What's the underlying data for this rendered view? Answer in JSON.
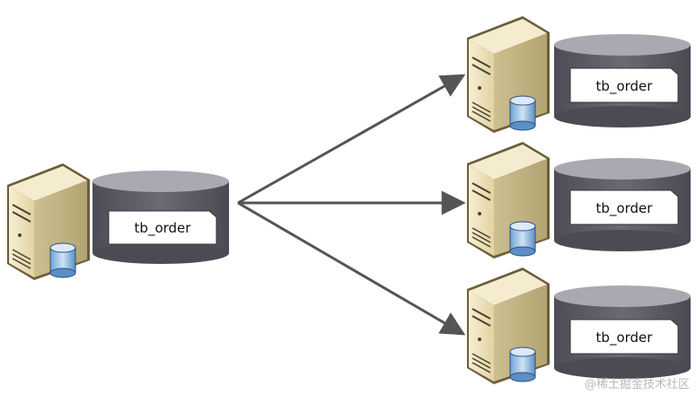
{
  "source_node": {
    "table_label": "tb_order"
  },
  "target_nodes": [
    {
      "table_label": "tb_order"
    },
    {
      "table_label": "tb_order"
    },
    {
      "table_label": "tb_order"
    }
  ],
  "watermark": "@稀土掘金技术社区",
  "colors": {
    "cylinder_body": "#5a5a64",
    "cylinder_top": "#a3a3ab",
    "server_face": "#efe3bc",
    "server_side": "#c8b987",
    "server_outline": "#6b5e3a",
    "arrow": "#555555",
    "label_box": "#ffffff"
  },
  "icons": [
    "server-icon",
    "database-icon",
    "arrow-icon"
  ]
}
